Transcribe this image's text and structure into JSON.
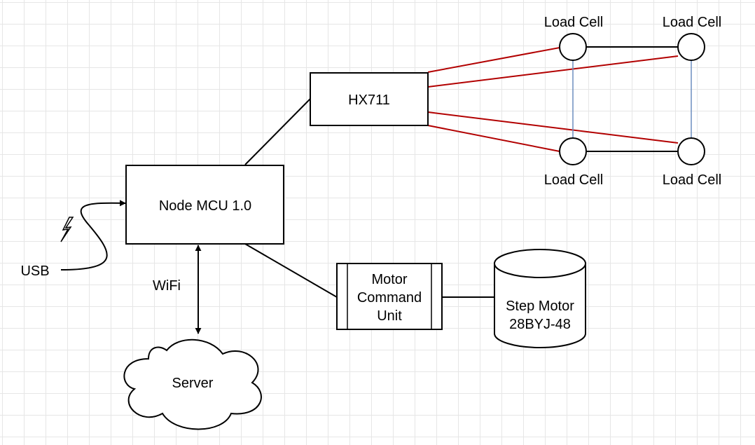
{
  "nodes": {
    "hx711": "HX711",
    "nodemcu": "Node MCU 1.0",
    "motor_cmd": [
      "Motor",
      "Command",
      "Unit"
    ],
    "step_motor": [
      "Step Motor",
      "28BYJ-48"
    ],
    "server": "Server",
    "load_cell_tl": "Load Cell",
    "load_cell_tr": "Load Cell",
    "load_cell_bl": "Load Cell",
    "load_cell_br": "Load Cell",
    "usb": "USB",
    "wifi": "WiFi"
  },
  "colors": {
    "stroke": "#000000",
    "red_wire": "#b20000",
    "blue_wire": "#6c8ebf",
    "grid": "#e6e6e6"
  },
  "icons": {
    "usb_symbol": "lightning-bolt-icon"
  }
}
